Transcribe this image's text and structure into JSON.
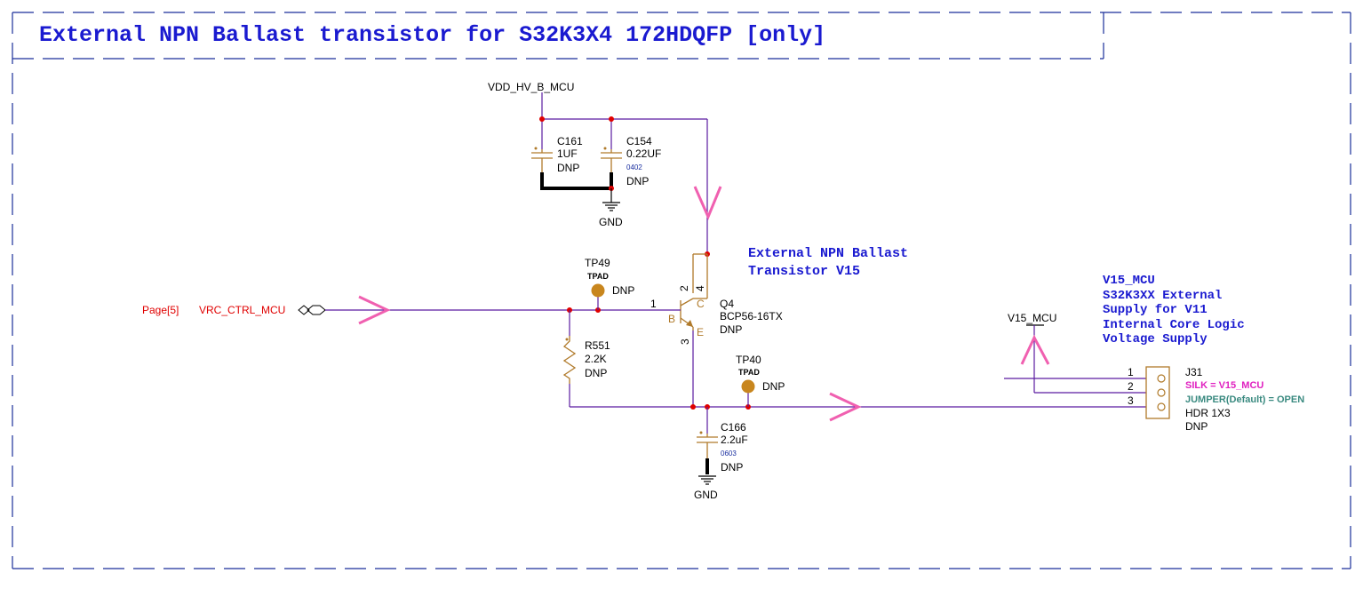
{
  "title": "External NPN Ballast transistor for S32K3X4 172HDQFP [only]",
  "nets": {
    "vdd": "VDD_HV_B_MCU",
    "gnd": "GND",
    "v15": "V15_MCU",
    "vrc": "VRC_CTRL_MCU",
    "page_ref": "Page[5]"
  },
  "components": {
    "c161": {
      "ref": "C161",
      "value": "1UF",
      "note": "DNP"
    },
    "c154": {
      "ref": "C154",
      "value": "0.22UF",
      "package": "0402",
      "note": "DNP"
    },
    "c166": {
      "ref": "C166",
      "value": "2.2uF",
      "package": "0603",
      "note": "DNP"
    },
    "r551": {
      "ref": "R551",
      "value": "2.2K",
      "note": "DNP"
    },
    "tp49": {
      "ref": "TP49",
      "type": "TPAD",
      "note": "DNP"
    },
    "tp40": {
      "ref": "TP40",
      "type": "TPAD",
      "note": "DNP"
    },
    "q4": {
      "ref": "Q4",
      "value": "BCP56-16TX",
      "note": "DNP",
      "pin_b": "B",
      "pin_c": "C",
      "pin_e": "E",
      "pin1": "1",
      "pin3": "3",
      "pin2": "2",
      "pin4": "4"
    },
    "j31": {
      "ref": "J31",
      "silk": "SILK = V15_MCU",
      "jumper": "JUMPER(Default) = OPEN",
      "value": "HDR 1X3",
      "note": "DNP",
      "pins": [
        "1",
        "2",
        "3"
      ]
    }
  },
  "notes": {
    "ballast": [
      "External NPN Ballast",
      "Transistor V15"
    ],
    "supply": [
      "V15_MCU",
      "S32K3XX  External",
      "Supply  for V11",
      "Internal Core Logic",
      "Voltage Supply"
    ]
  },
  "colors": {
    "wire": "#5a1aa0",
    "component": "#b07a2a",
    "junction": "#e00000",
    "frame": "#1a2f9a",
    "note_text": "#1a1ad0",
    "arrow": "#f060b0",
    "silk_text": "#e020c0",
    "jumper_text": "#3a8a80"
  }
}
